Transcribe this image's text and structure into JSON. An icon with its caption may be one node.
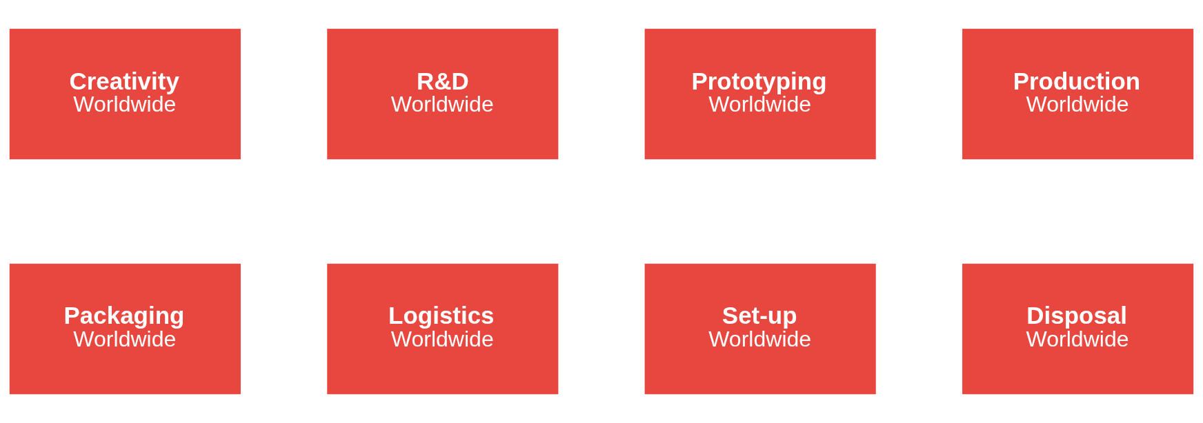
{
  "diagram": {
    "nodes": [
      {
        "text": [
          "Creativity",
          "Worldwide"
        ]
      },
      {
        "text": [
          "R&D",
          "Worldwide"
        ]
      },
      {
        "text": [
          "Prototyping",
          "Worldwide"
        ]
      },
      {
        "text": [
          "Production",
          "Worldwide"
        ]
      },
      {
        "text": [
          "Packaging",
          "Worldwide"
        ]
      },
      {
        "text": [
          "Logistics",
          "Worldwide"
        ]
      },
      {
        "text": [
          "Set-up",
          "Worldwide"
        ]
      },
      {
        "text": [
          "Disposal",
          "Worldwide"
        ]
      }
    ],
    "edges": []
  }
}
